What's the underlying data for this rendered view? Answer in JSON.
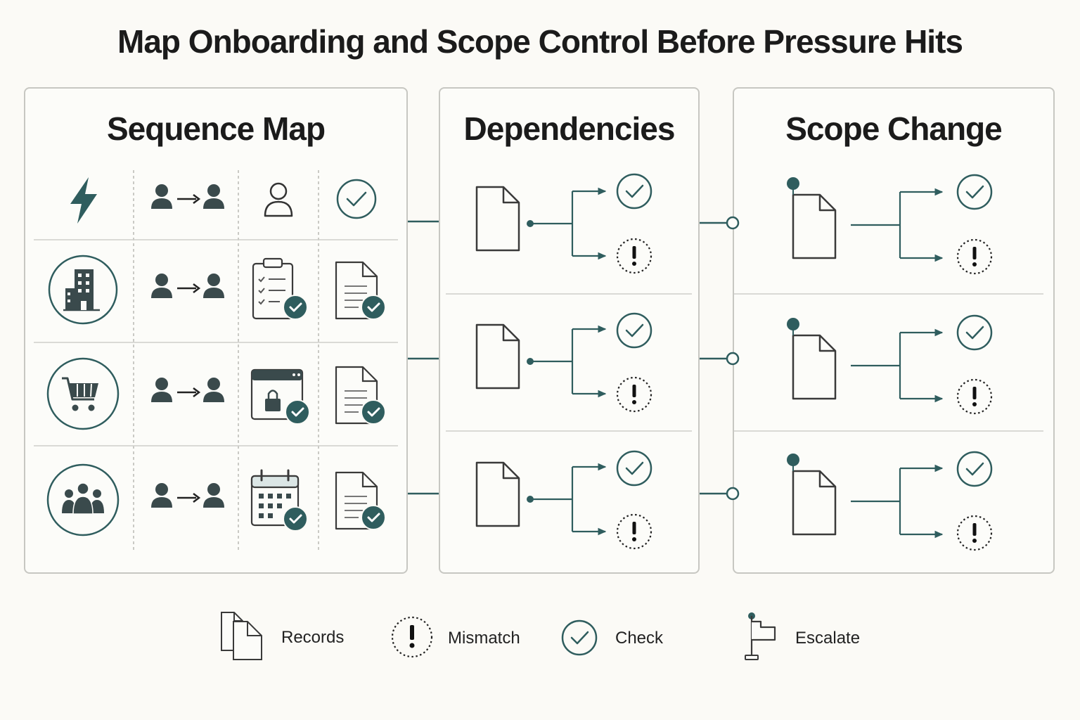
{
  "title": "Map Onboarding and Scope Control Before Pressure Hits",
  "panels": {
    "sequence": {
      "title": "Sequence Map",
      "header_icons": [
        "lightning-icon",
        "handoff-icon",
        "person-icon",
        "check-circle-icon"
      ],
      "rows": [
        {
          "category_icon": "building-icon",
          "handoff_icon": "handoff-icon",
          "task_icon": "checklist-verified-icon",
          "doc_icon": "document-verified-icon"
        },
        {
          "category_icon": "cart-icon",
          "handoff_icon": "handoff-icon",
          "task_icon": "secure-browser-verified-icon",
          "doc_icon": "document-verified-icon"
        },
        {
          "category_icon": "team-icon",
          "handoff_icon": "handoff-icon",
          "task_icon": "calendar-verified-icon",
          "doc_icon": "document-verified-icon"
        }
      ]
    },
    "dependencies": {
      "title": "Dependencies",
      "rows": [
        {
          "source_icon": "document-icon",
          "outcomes": [
            "check-circle-icon",
            "mismatch-icon"
          ]
        },
        {
          "source_icon": "document-icon",
          "outcomes": [
            "check-circle-icon",
            "mismatch-icon"
          ]
        },
        {
          "source_icon": "document-icon",
          "outcomes": [
            "check-circle-icon",
            "mismatch-icon"
          ]
        }
      ]
    },
    "scope": {
      "title": "Scope Change",
      "rows": [
        {
          "source_icon": "pinned-document-icon",
          "outcomes": [
            "check-circle-icon",
            "mismatch-icon"
          ]
        },
        {
          "source_icon": "pinned-document-icon",
          "outcomes": [
            "check-circle-icon",
            "mismatch-icon"
          ]
        },
        {
          "source_icon": "pinned-document-icon",
          "outcomes": [
            "check-circle-icon",
            "mismatch-icon"
          ]
        }
      ]
    }
  },
  "legend": [
    {
      "icon": "records-icon",
      "label": "Records"
    },
    {
      "icon": "mismatch-icon",
      "label": "Mismatch"
    },
    {
      "icon": "check-circle-icon",
      "label": "Check"
    },
    {
      "icon": "flag-icon",
      "label": "Escalate"
    }
  ],
  "colors": {
    "accent": "#2f5d5e",
    "icon_dark": "#3a4a4c",
    "outline": "#333333",
    "panel_border": "#c7c7c2",
    "divider": "#cfcfca",
    "background": "#fbfaf6"
  }
}
